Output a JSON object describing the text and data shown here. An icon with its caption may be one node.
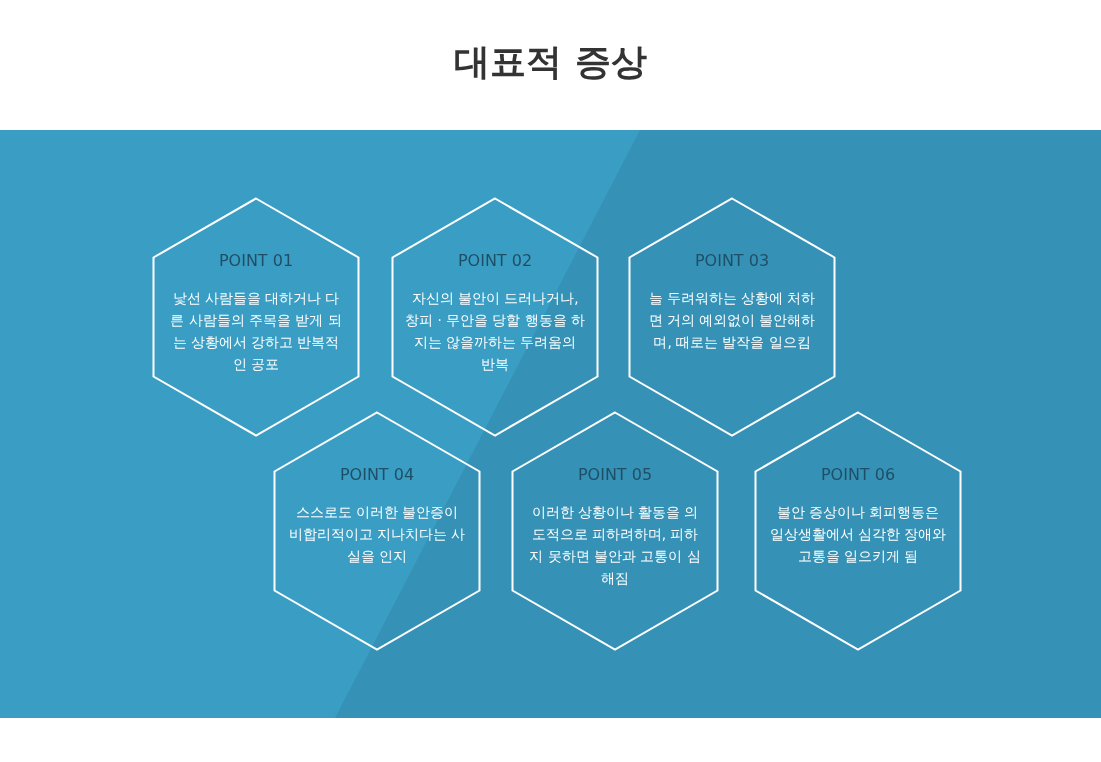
{
  "diagram": {
    "title": "대표적 증상",
    "nodes": [
      {
        "text": [
          "POINT 01",
          "낯선 사람들을 대하거나 다른 사람들의 주목을 받게 되는 상황에서 강하고 반복적인 공포"
        ]
      },
      {
        "text": [
          "POINT 02",
          "자신의 불안이 드러나거나, 창피 · 무안을 당할 행동을 하지는 않을까하는 두려움의 반복"
        ]
      },
      {
        "text": [
          "POINT 03",
          "늘 두려워하는 상황에 처하면 거의 예외없이 불안해하며, 때로는 발작을 일으킴"
        ]
      },
      {
        "text": [
          "POINT 04",
          "스스로도 이러한 불안증이 비합리적이고 지나치다는 사실을 인지"
        ]
      },
      {
        "text": [
          "POINT 05",
          "이러한 상황이나 활동을 의도적으로 피하려하며, 피하지 못하면 불안과 고통이 심해짐"
        ]
      },
      {
        "text": [
          "POINT 06",
          "불안 증상이나 회피행동은 일상생활에서 심각한 장애와 고통을 일으키게 됨"
        ]
      }
    ]
  }
}
